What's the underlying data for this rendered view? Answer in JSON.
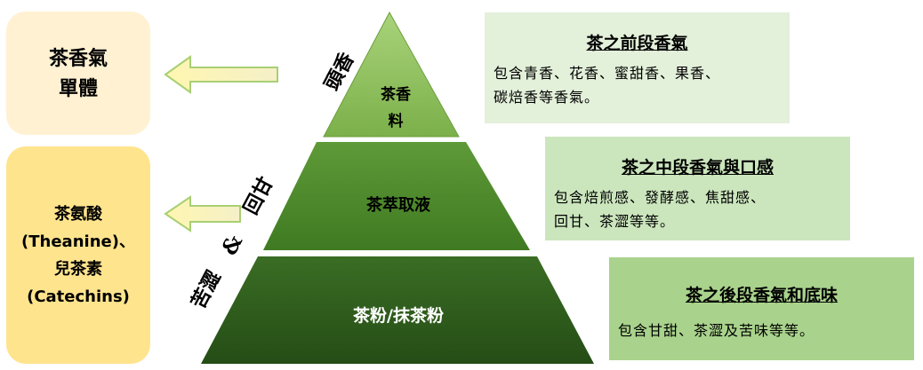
{
  "left_boxes": {
    "compound": {
      "line1": "茶香氣",
      "line2": "單體"
    },
    "theanine": {
      "line1": "茶氨酸",
      "line2": "(Theanine)、",
      "line3": "兒茶素",
      "line4": "(Catechins)"
    }
  },
  "pyramid": {
    "top": {
      "line1": "茶香",
      "line2": "料"
    },
    "middle": {
      "label": "茶萃取液"
    },
    "bottom": {
      "label": "茶粉/抹茶粉"
    }
  },
  "side_labels": {
    "top": "頭香",
    "middle": "回甘",
    "ampersand": "&",
    "bottom": "苦澀"
  },
  "notes": {
    "top": {
      "title": "茶之前段香氣",
      "body_line1": "包含青香、花香、蜜甜香、果香、",
      "body_line2": "碳焙香等香氣。"
    },
    "middle": {
      "title": "茶之中段香氣與口感",
      "body_line1": "包含焙煎感、發酵感、焦甜感、",
      "body_line2": "回甘、茶澀等等。"
    },
    "bottom": {
      "title": "茶之後段香氣和底味",
      "body_line1": "包含甘甜、茶澀及苦味等等。"
    }
  },
  "colors": {
    "tier_top": "#8fbf5c",
    "tier_middle": "#4e8a2c",
    "tier_bottom": "#2f5f1e",
    "arrow_fill": "#fff0a8",
    "arrow_stroke": "#b9d98a",
    "compound_box": "#fff1d2",
    "theanine_box": "#ffe48e"
  }
}
